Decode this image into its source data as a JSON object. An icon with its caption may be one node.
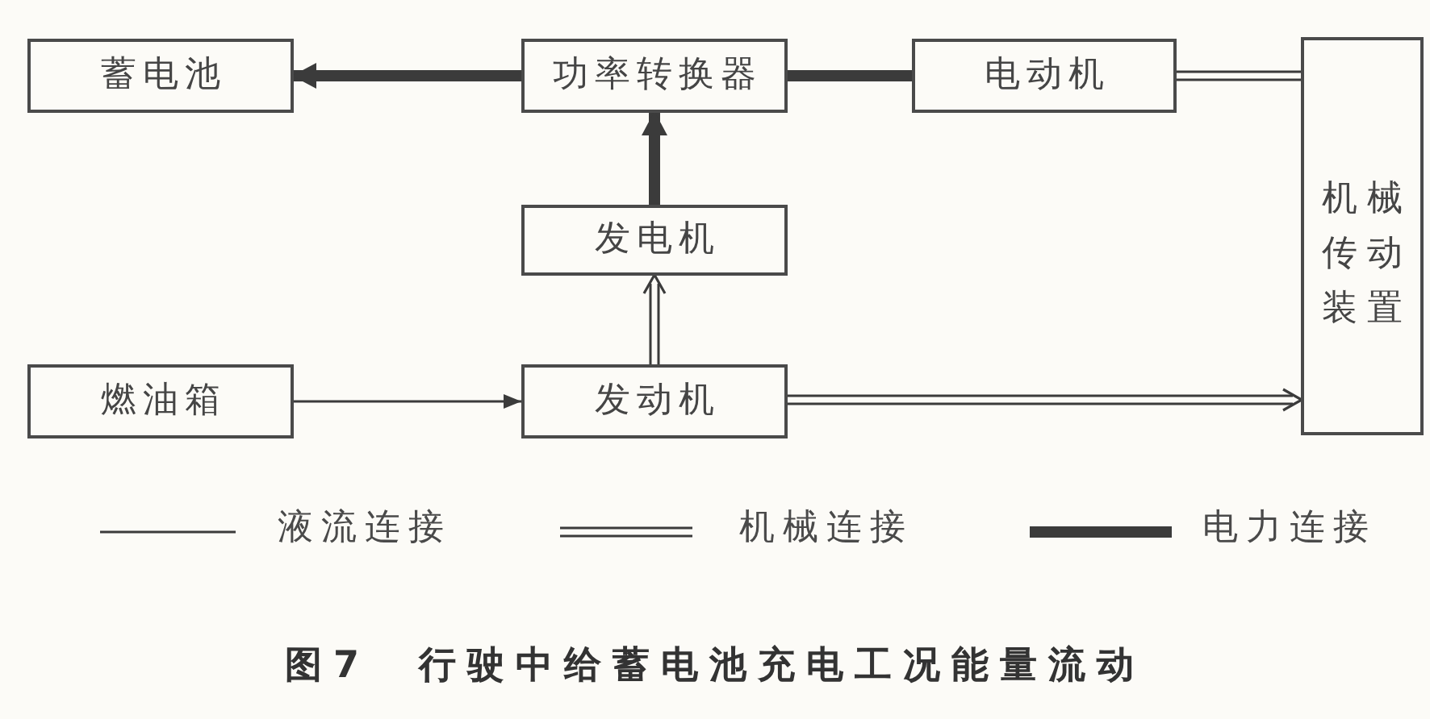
{
  "diagram": {
    "caption": "图7　行驶中给蓄电池充电工况能量流动",
    "nodes": [
      {
        "text": [
          "蓄电池"
        ]
      },
      {
        "text": [
          "功率转换器"
        ]
      },
      {
        "text": [
          "电动机"
        ]
      },
      {
        "text": [
          "机械传动装置"
        ]
      },
      {
        "text": [
          "发电机"
        ]
      },
      {
        "text": [
          "燃油箱"
        ]
      },
      {
        "text": [
          "发动机"
        ]
      }
    ],
    "edges": [
      {
        "from": 1,
        "to": 0,
        "arrow": "to",
        "style": "thick"
      },
      {
        "from": 1,
        "to": 2,
        "arrow": "none",
        "style": "thick"
      },
      {
        "from": 2,
        "to": 3,
        "arrow": "none"
      },
      {
        "from": 4,
        "to": 1,
        "arrow": "to",
        "style": "thick"
      },
      {
        "from": 6,
        "to": 4,
        "arrow": "to"
      },
      {
        "from": 5,
        "to": 6,
        "arrow": "to"
      },
      {
        "from": 6,
        "to": 3,
        "arrow": "to"
      }
    ],
    "legend": [
      {
        "text": "液流连接"
      },
      {
        "text": "机械连接"
      },
      {
        "text": "电力连接"
      }
    ]
  }
}
